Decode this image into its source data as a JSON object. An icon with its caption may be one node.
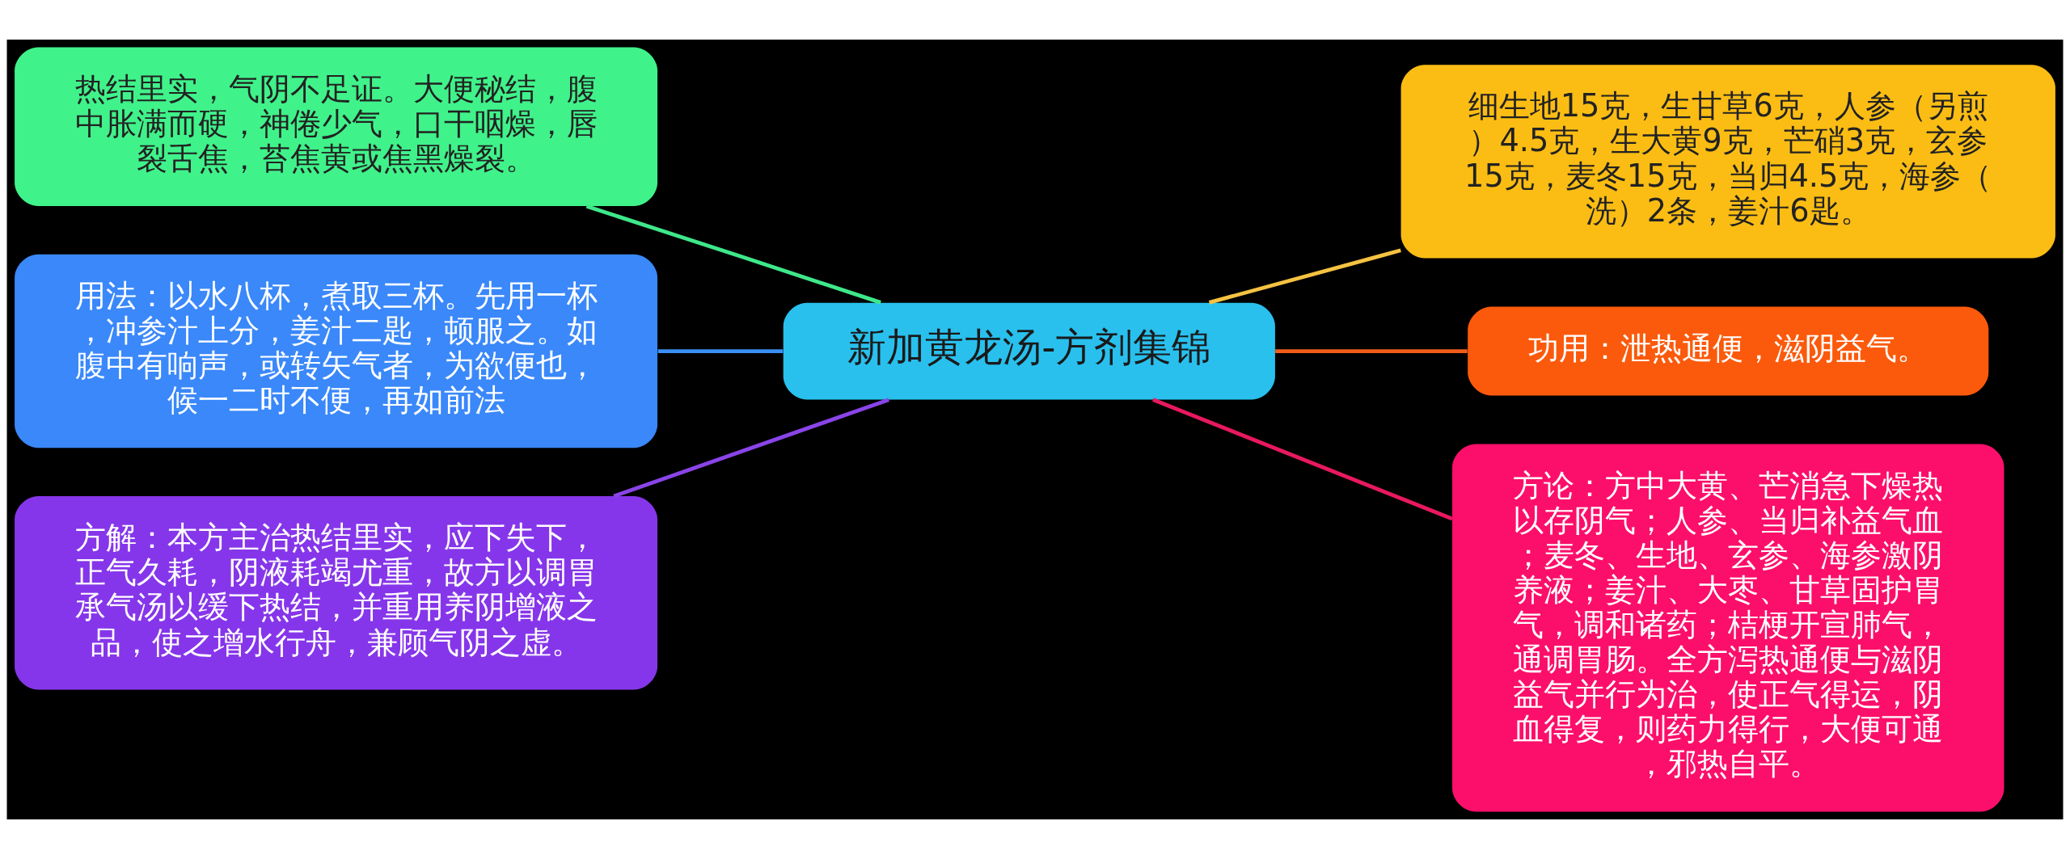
{
  "diagram": {
    "nodes": [
      {
        "text": [
          "新加黄龙汤-方剂集锦"
        ]
      },
      {
        "text": [
          "细生地15克，生甘草6克，人参（另煎）4.5克，生大黄9克，芒硝3克，玄参15克，麦冬15克，当归4.5克，海参（洗）2条，姜汁6匙。"
        ]
      },
      {
        "text": [
          "功用：泄热通便，滋阴益气。"
        ]
      },
      {
        "text": [
          "方论：方中大黄、芒消急下燥热以存阴气；人参、当归补益气血；麦冬、生地、玄参、海参激阴养液；姜汁、大枣、甘草固护胃气，调和诸药；桔梗开宣肺气，通调胃肠。全方泻热通便与滋阴益气并行为治，使正气得运，阴血得复，则药力得行，大便可通，邪热自平。"
        ]
      },
      {
        "text": [
          "热结里实，气阴不足证。大便秘结，腹中胀满而硬，神倦少气，口干咽燥，唇裂舌焦，苔焦黄或焦黑燥裂。"
        ]
      },
      {
        "text": [
          "用法：以水八杯，煮取三杯。先用一杯，冲参汁上分，姜汁二匙，顿服之。如腹中有响声，或转矢气者，为欲便也，候一二时不便，再如前法"
        ]
      },
      {
        "text": [
          "方解：本方主治热结里实，应下失下，正气久耗，阴液耗竭尤重，故方以调胃承气汤以缓下热结，并重用养阴增液之品，使之增水行舟，兼顾气阴之虚。"
        ]
      }
    ],
    "edges": [
      {
        "from": 0,
        "to": 1,
        "arrow": "none",
        "color": "#f5c242"
      },
      {
        "from": 0,
        "to": 2,
        "arrow": "none",
        "color": "#f25c1a"
      },
      {
        "from": 0,
        "to": 3,
        "arrow": "none",
        "color": "#e8195f"
      },
      {
        "from": 0,
        "to": 4,
        "arrow": "none",
        "color": "#3ee88a"
      },
      {
        "from": 0,
        "to": 5,
        "arrow": "none",
        "color": "#3a8ef5"
      },
      {
        "from": 0,
        "to": 6,
        "arrow": "none",
        "color": "#8a44e8"
      }
    ]
  }
}
